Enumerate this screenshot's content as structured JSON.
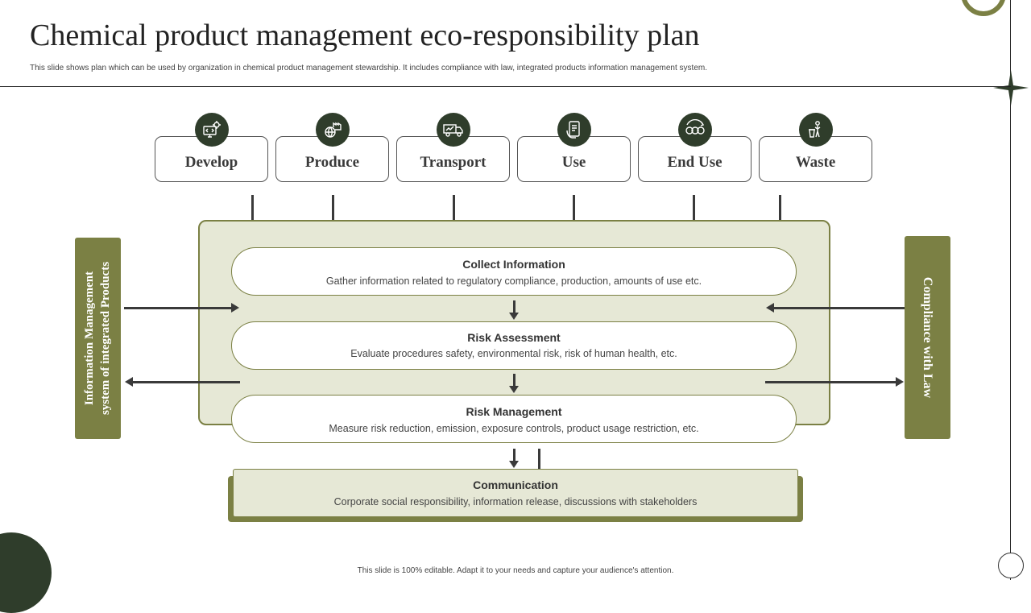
{
  "title": "Chemical product management eco-responsibility plan",
  "subtitle": "This slide shows plan which can be used by organization in chemical product management  stewardship. It includes compliance with law, integrated products information management system.",
  "stages": [
    {
      "label": "Develop",
      "icon": "gear-monitor-icon"
    },
    {
      "label": "Produce",
      "icon": "factory-globe-icon"
    },
    {
      "label": "Transport",
      "icon": "truck-icon"
    },
    {
      "label": "Use",
      "icon": "tablet-hand-icon"
    },
    {
      "label": "End Use",
      "icon": "recycle-coins-icon"
    },
    {
      "label": "Waste",
      "icon": "person-trash-icon"
    }
  ],
  "process": [
    {
      "title": "Collect Information",
      "desc": "Gather information  related  to regulatory  compliance,  production,  amounts of use etc."
    },
    {
      "title": "Risk Assessment",
      "desc": "Evaluate  procedures  safety,  environmental  risk,  risk of human health,  etc."
    },
    {
      "title": "Risk Management",
      "desc": "Measure risk reduction,  emission,  exposure  controls,  product  usage restriction,  etc."
    }
  ],
  "communication": {
    "title": "Communication",
    "desc": "Corporate  social  responsibility,   information  release,   discussions with  stakeholders"
  },
  "left_bar": {
    "line1": "Information Management",
    "line2": "system of integrated Products"
  },
  "right_bar": {
    "label": "Compliance with Law"
  },
  "footer": "This slide is 100% editable.  Adapt it to your needs and capture your audience's attention.",
  "colors": {
    "dark_green": "#2f3d2b",
    "olive": "#7b8044",
    "panel_bg": "#e6e8d6",
    "arrow": "#3a3a3a"
  }
}
